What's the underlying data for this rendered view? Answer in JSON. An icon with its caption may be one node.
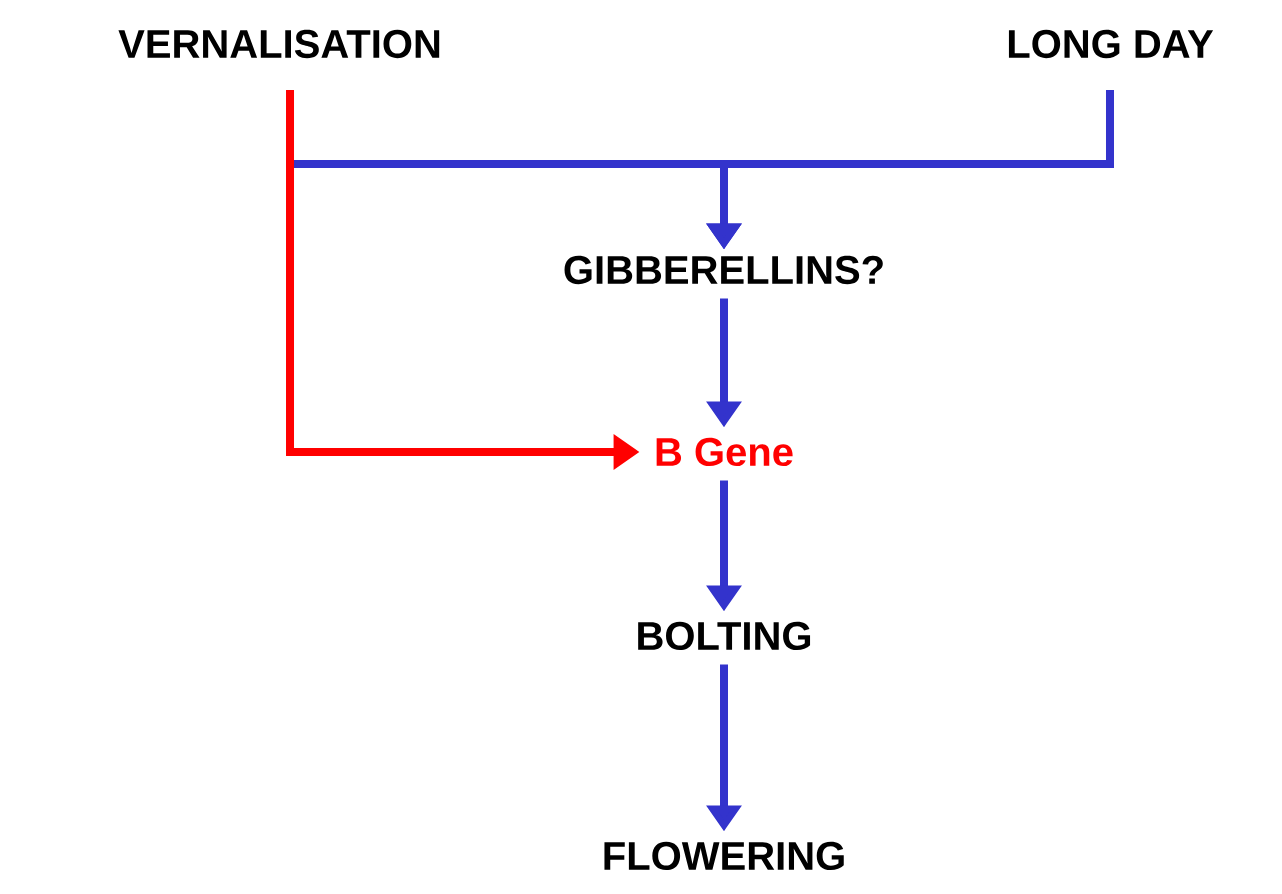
{
  "diagram": {
    "nodes": [
      {
        "text": [
          "VERNALISATION"
        ]
      },
      {
        "text": [
          "LONG DAY"
        ]
      },
      {
        "text": [
          "GIBBERELLINS?"
        ]
      },
      {
        "text": [
          "B Gene"
        ]
      },
      {
        "text": [
          "BOLTING"
        ]
      },
      {
        "text": [
          "FLOWERING"
        ]
      }
    ],
    "edges": [
      {
        "from": 0,
        "to": 2,
        "arrow": "to"
      },
      {
        "from": 1,
        "to": 2,
        "arrow": "to"
      },
      {
        "from": 0,
        "to": 3,
        "arrow": "to",
        "color": "#ff0000"
      },
      {
        "from": 2,
        "to": 3,
        "arrow": "to"
      },
      {
        "from": 3,
        "to": 4,
        "arrow": "to"
      },
      {
        "from": 4,
        "to": 5,
        "arrow": "to"
      }
    ]
  }
}
